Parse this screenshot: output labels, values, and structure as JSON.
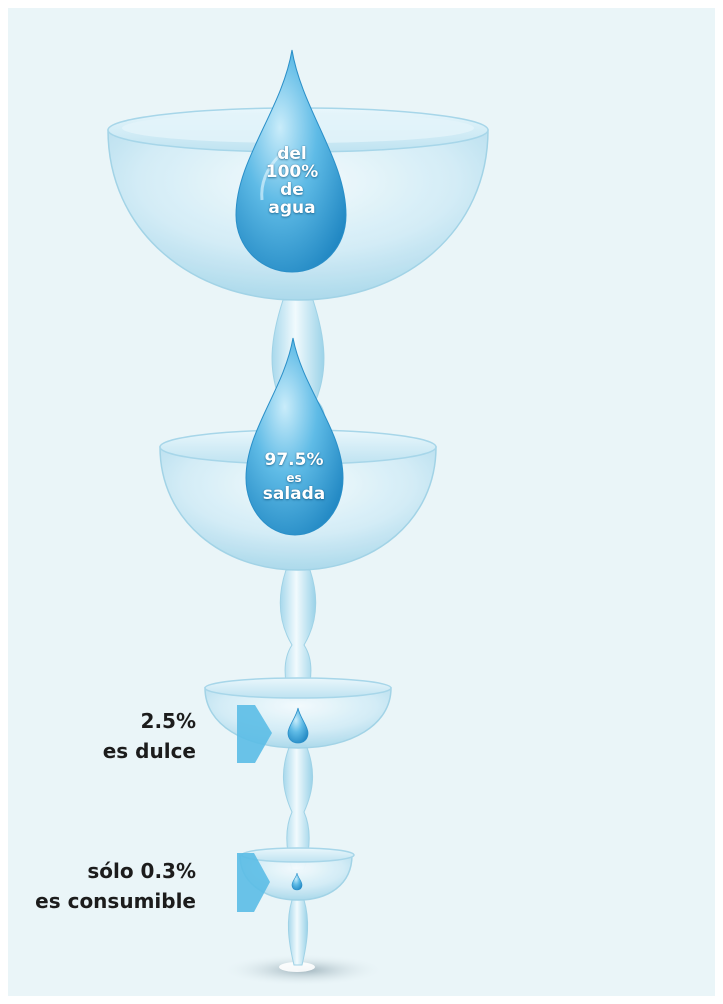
{
  "top_drop": {
    "line1": "del",
    "line2": "100%",
    "line3": "de",
    "line4": "agua"
  },
  "second_drop": {
    "line1": "97.5%",
    "line2": "es",
    "line3": "salada"
  },
  "fresh_label": {
    "line1": "2.5%",
    "line2": "es dulce"
  },
  "consumable_label": {
    "line1": "sólo 0.3%",
    "line2": "es consumible"
  },
  "colors": {
    "background": "#eaf5f8",
    "glass": "#cfeaf4",
    "glass_edge": "#9fd2e6",
    "drop": "#3fa8dc",
    "arrow": "#5bbce6",
    "label_text": "#1c1c1c"
  }
}
